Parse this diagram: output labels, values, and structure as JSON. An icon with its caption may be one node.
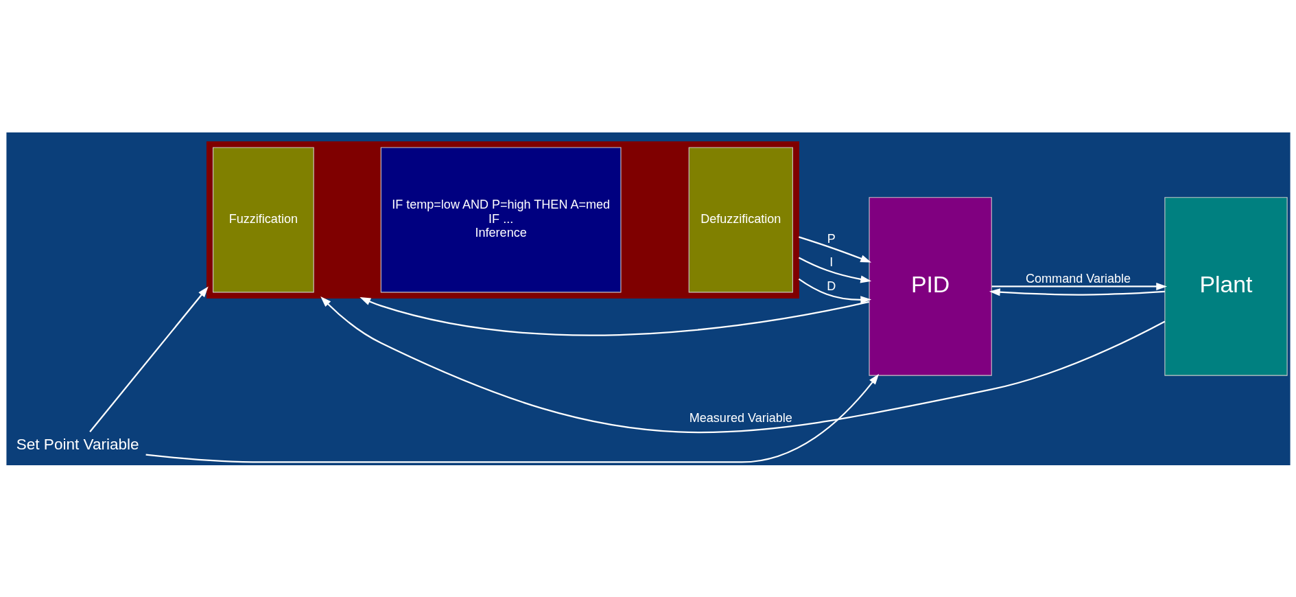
{
  "diagram": {
    "nodes": [
      {
        "text": [
          "Set Point Variable"
        ]
      },
      {
        "text": [],
        "shape": "box"
      },
      {
        "text": [
          "Fuzzification"
        ],
        "in": 1
      },
      {
        "text": [
          "IF temp=low AND P=high THEN A=med",
          "IF ...",
          "Inference"
        ],
        "in": 1
      },
      {
        "text": [
          "Defuzzification"
        ],
        "in": 1
      },
      {
        "text": [
          "PID"
        ]
      },
      {
        "text": [
          "Plant"
        ]
      }
    ],
    "edges": [
      {
        "from": 0,
        "to": 1,
        "arrow": "to"
      },
      {
        "from": 0,
        "to": 5,
        "arrow": "to"
      },
      {
        "from": 1,
        "to": 5,
        "arrow": "to",
        "label": "P"
      },
      {
        "from": 1,
        "to": 5,
        "arrow": "to",
        "label": "I"
      },
      {
        "from": 1,
        "to": 5,
        "arrow": "to",
        "label": "D"
      },
      {
        "from": 5,
        "to": 6,
        "arrow": "to",
        "label": "Command Variable"
      },
      {
        "from": 5,
        "to": 1,
        "arrow": "to"
      },
      {
        "from": 6,
        "to": 1,
        "arrow": "to",
        "label": "Measured Variable"
      },
      {
        "from": 6,
        "to": 5,
        "arrow": "to"
      }
    ]
  }
}
